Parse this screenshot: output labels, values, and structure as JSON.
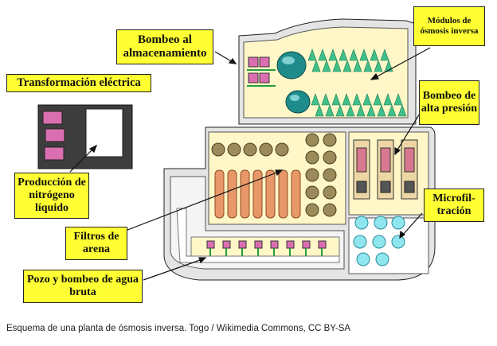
{
  "labels": {
    "bombeo_almacenamiento": "Bombeo al almacenamiento",
    "modulos_osmosis": "Módulos de ósmosis inversa",
    "transformacion_electrica": "Transformación eléctrica",
    "bombeo_alta_presion": "Bombeo de alta presión",
    "produccion_nitrogeno": "Producción de nitrógeno líquido",
    "microfiltracion": "Microfil-tración",
    "filtros_arena": "Filtros de arena",
    "pozo_bombeo": "Pozo y bombeo de agua bruta"
  },
  "caption": "Esquema de una planta de ósmosis inversa. Togo / Wikimedia Commons, CC BY-SA",
  "colors": {
    "label_bg": "#ffff33",
    "floor": "#fff7c8",
    "wall": "#e6e6e6",
    "membranes": "#3fc08a",
    "sand_filters": "#e89868",
    "tanks": "#9b8a5a",
    "microfilters": "#8fe6ee"
  }
}
